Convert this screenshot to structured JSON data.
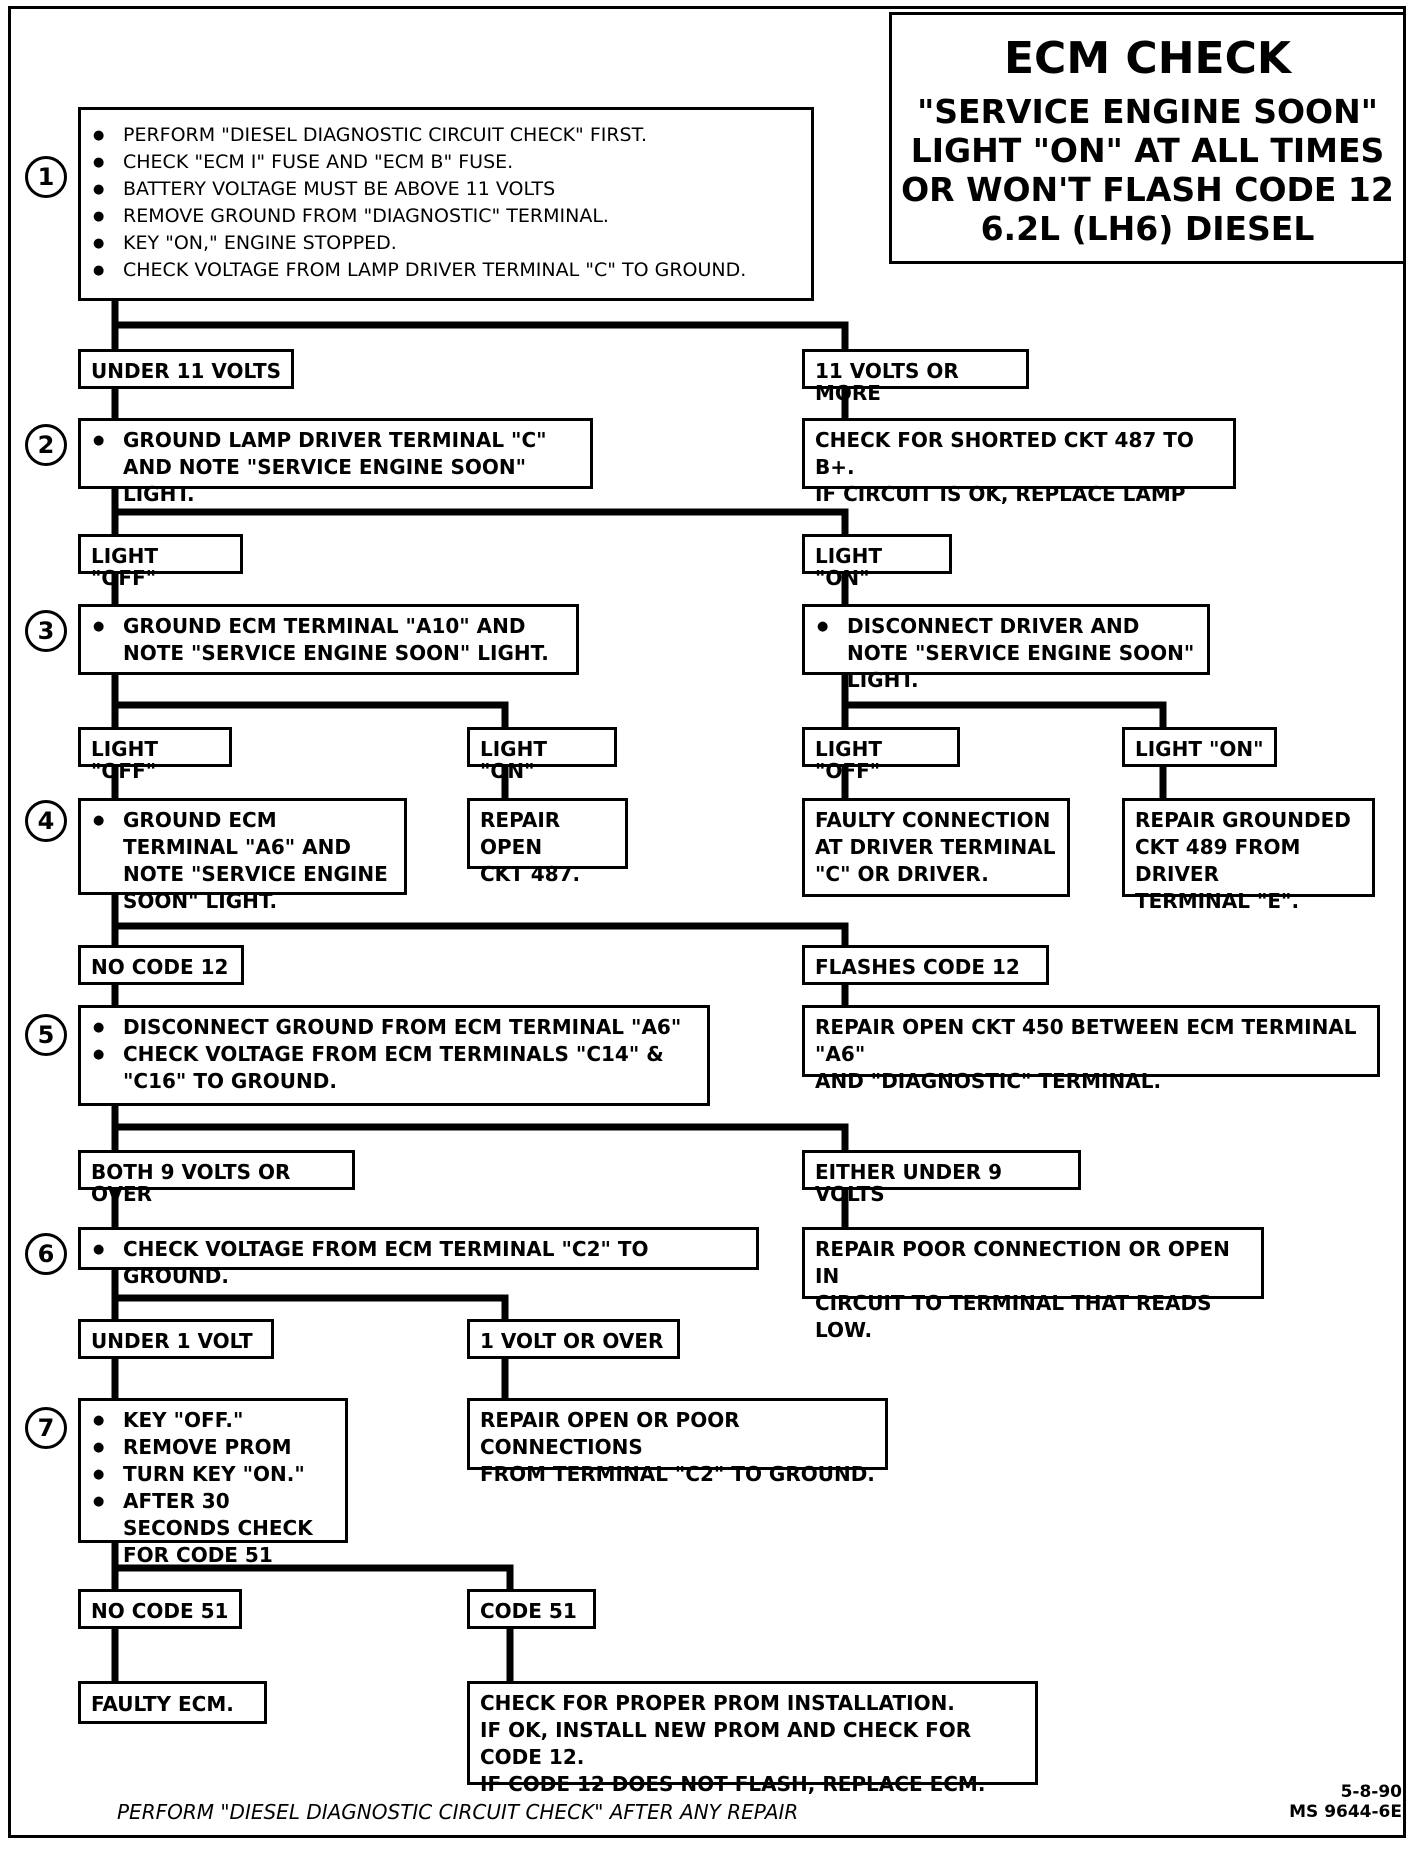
{
  "title": "ECM CHECK",
  "subtitle": "\"SERVICE ENGINE SOON\"\nLIGHT \"ON\" AT ALL TIMES\nOR WON'T FLASH CODE 12\n6.2L  (LH6)  DIESEL",
  "steps": [
    "1",
    "2",
    "3",
    "4",
    "5",
    "6",
    "7"
  ],
  "step1": [
    "PERFORM \"DIESEL DIAGNOSTIC CIRCUIT CHECK\" FIRST.",
    "CHECK \"ECM I\" FUSE AND \"ECM B\" FUSE.",
    "BATTERY VOLTAGE MUST BE ABOVE 11 VOLTS",
    "REMOVE GROUND FROM \"DIAGNOSTIC\" TERMINAL.",
    "KEY \"ON,\" ENGINE STOPPED.",
    "CHECK VOLTAGE FROM LAMP DRIVER TERMINAL \"C\" TO GROUND."
  ],
  "labels": {
    "under11": "UNDER 11 VOLTS",
    "over11": "11 VOLTS OR MORE",
    "off1": "LIGHT \"OFF\"",
    "on1": "LIGHT \"ON\"",
    "off2": "LIGHT \"OFF\"",
    "on2": "LIGHT \"ON\"",
    "off3": "LIGHT \"OFF\"",
    "on3": "LIGHT \"ON\"",
    "nocode12": "NO CODE 12",
    "flash12": "FLASHES CODE 12",
    "both9": "BOTH 9 VOLTS OR OVER",
    "either9": "EITHER UNDER 9 VOLTS",
    "under1": "UNDER 1 VOLT",
    "over1": "1 VOLT OR OVER",
    "nocode51": "NO CODE 51",
    "code51": "CODE 51"
  },
  "step2": [
    "GROUND LAMP DRIVER TERMINAL \"C\" AND NOTE \"SERVICE ENGINE SOON\" LIGHT."
  ],
  "result_shorted": "CHECK  FOR SHORTED CKT 487 TO B+.\nIF CIRCUIT IS OK, REPLACE LAMP",
  "step3": [
    "GROUND ECM TERMINAL \"A10\" AND NOTE \"SERVICE ENGINE SOON\" LIGHT."
  ],
  "disconnect_driver": [
    "DISCONNECT DRIVER AND NOTE \"SERVICE ENGINE SOON\" LIGHT."
  ],
  "step4": [
    "GROUND  ECM TERMINAL \"A6\" AND NOTE \"SERVICE ENGINE SOON\" LIGHT."
  ],
  "repair_open_487": "REPAIR OPEN\nCKT 487.",
  "faulty_connection": "FAULTY CONNECTION\nAT DRIVER TERMINAL\n\"C\" OR DRIVER.",
  "repair_grounded_489": "REPAIR GROUNDED\nCKT 489 FROM DRIVER\nTERMINAL \"E\".",
  "step5": [
    "DISCONNECT GROUND FROM ECM TERMINAL \"A6\"",
    "CHECK VOLTAGE FROM ECM TERMINALS \"C14\" & \"C16\" TO GROUND."
  ],
  "repair_open_450": "REPAIR OPEN CKT 450 BETWEEN ECM TERMINAL \"A6\"\nAND \"DIAGNOSTIC\" TERMINAL.",
  "step6": [
    "CHECK VOLTAGE FROM ECM TERMINAL \"C2\" TO GROUND."
  ],
  "repair_poor_connection": "REPAIR POOR CONNECTION OR OPEN IN\nCIRCUIT TO TERMINAL THAT READS LOW.",
  "repair_open_c2": "REPAIR OPEN OR POOR CONNECTIONS\nFROM TERMINAL \"C2\" TO GROUND.",
  "step7": [
    "KEY \"OFF.\"",
    "REMOVE PROM",
    "TURN KEY \"ON.\"",
    "AFTER 30 SECONDS CHECK FOR CODE 51"
  ],
  "faulty_ecm": "FAULTY ECM.",
  "check_prom": "CHECK FOR PROPER PROM INSTALLATION.\nIF OK, INSTALL NEW PROM AND CHECK FOR CODE 12.\nIF CODE 12 DOES NOT FLASH, REPLACE ECM.",
  "footer_note": "PERFORM \"DIESEL DIAGNOSTIC CIRCUIT CHECK\" AFTER ANY REPAIR",
  "ref_code": "5-8-90\nMS 9644-6E"
}
